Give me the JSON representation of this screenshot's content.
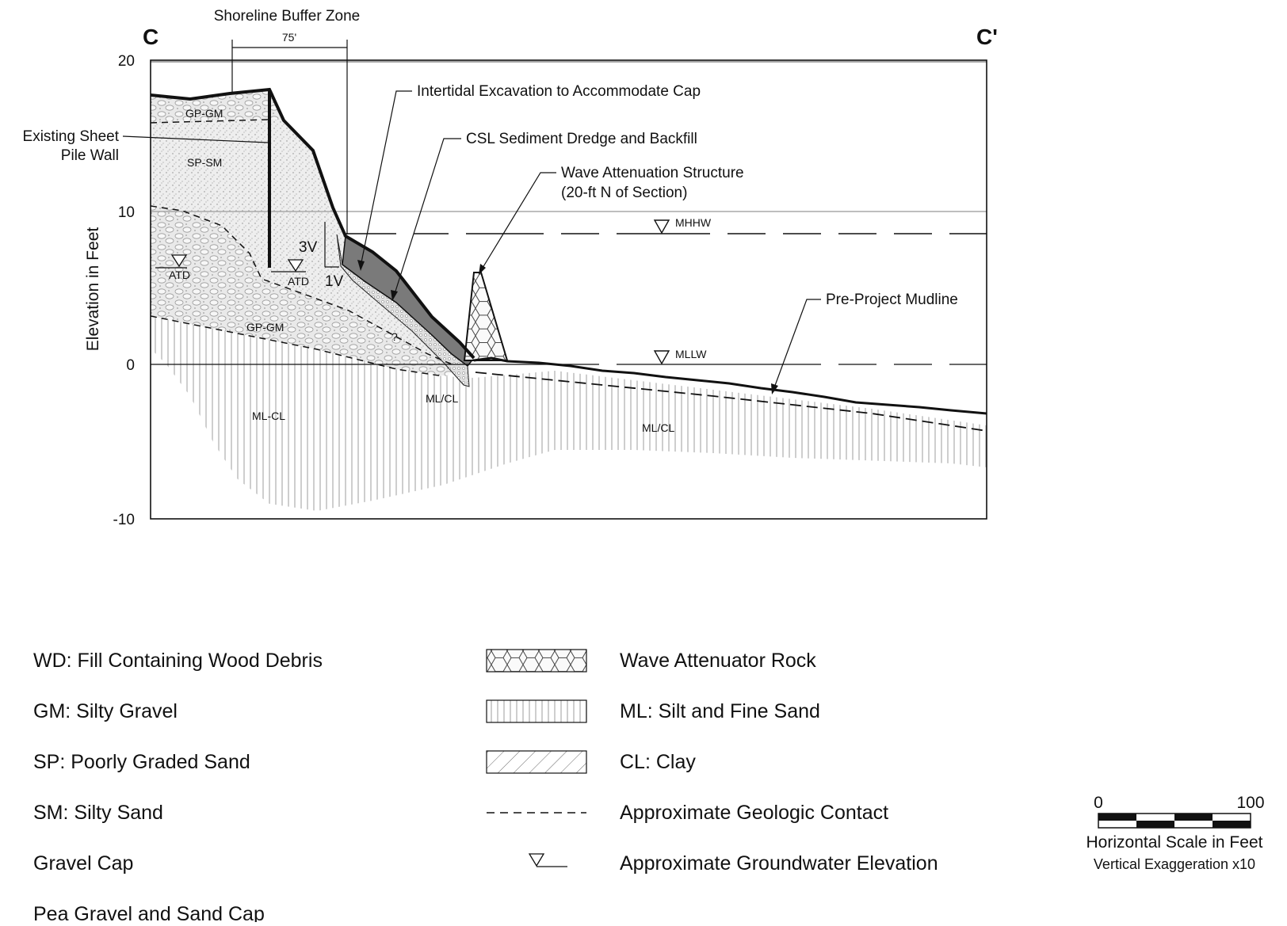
{
  "section": {
    "start_label": "C",
    "end_label": "C'"
  },
  "axis": {
    "ylabel": "Elevation in Feet",
    "ticks": [
      "20",
      "10",
      "0",
      "-10"
    ]
  },
  "callouts": {
    "buffer_zone": "Shoreline Buffer Zone",
    "buffer_width": "75'",
    "sheet_pile_line1": "Existing Sheet",
    "sheet_pile_line2": "Pile Wall",
    "intertidal": "Intertidal Excavation to Accommodate Cap",
    "csl": "CSL Sediment Dredge and Backfill",
    "wave_line1": "Wave Attenuation Structure",
    "wave_line2": "(20-ft N of Section)",
    "mudline": "Pre-Project Mudline",
    "mhhw": "MHHW",
    "mllw": "MLLW",
    "slope_v": "3V",
    "slope_h": "1V"
  },
  "soil_labels": {
    "gp_gm_top": "GP-GM",
    "sp_sm": "SP-SM",
    "gp_gm_mid": "GP-GM",
    "atd_left": "ATD",
    "atd_right": "ATD",
    "question": "?",
    "ml_cl_left": "ML-CL",
    "ml_cl_mid": "ML/CL",
    "ml_cl_right": "ML/CL"
  },
  "legend": {
    "left": [
      "WD: Fill Containing Wood Debris",
      "GM: Silty Gravel",
      "SP: Poorly Graded Sand",
      "SM: Silty Sand",
      "Gravel Cap",
      "Pea Gravel and Sand Cap"
    ],
    "right": [
      "Wave Attenuator Rock",
      "ML: Silt and Fine Sand",
      "CL: Clay",
      "Approximate Geologic Contact",
      "Approximate Groundwater Elevation"
    ]
  },
  "scale_bar": {
    "min_label": "0",
    "max_label": "100",
    "title": "Horizontal Scale in Feet",
    "note": "Vertical Exaggeration x10"
  }
}
